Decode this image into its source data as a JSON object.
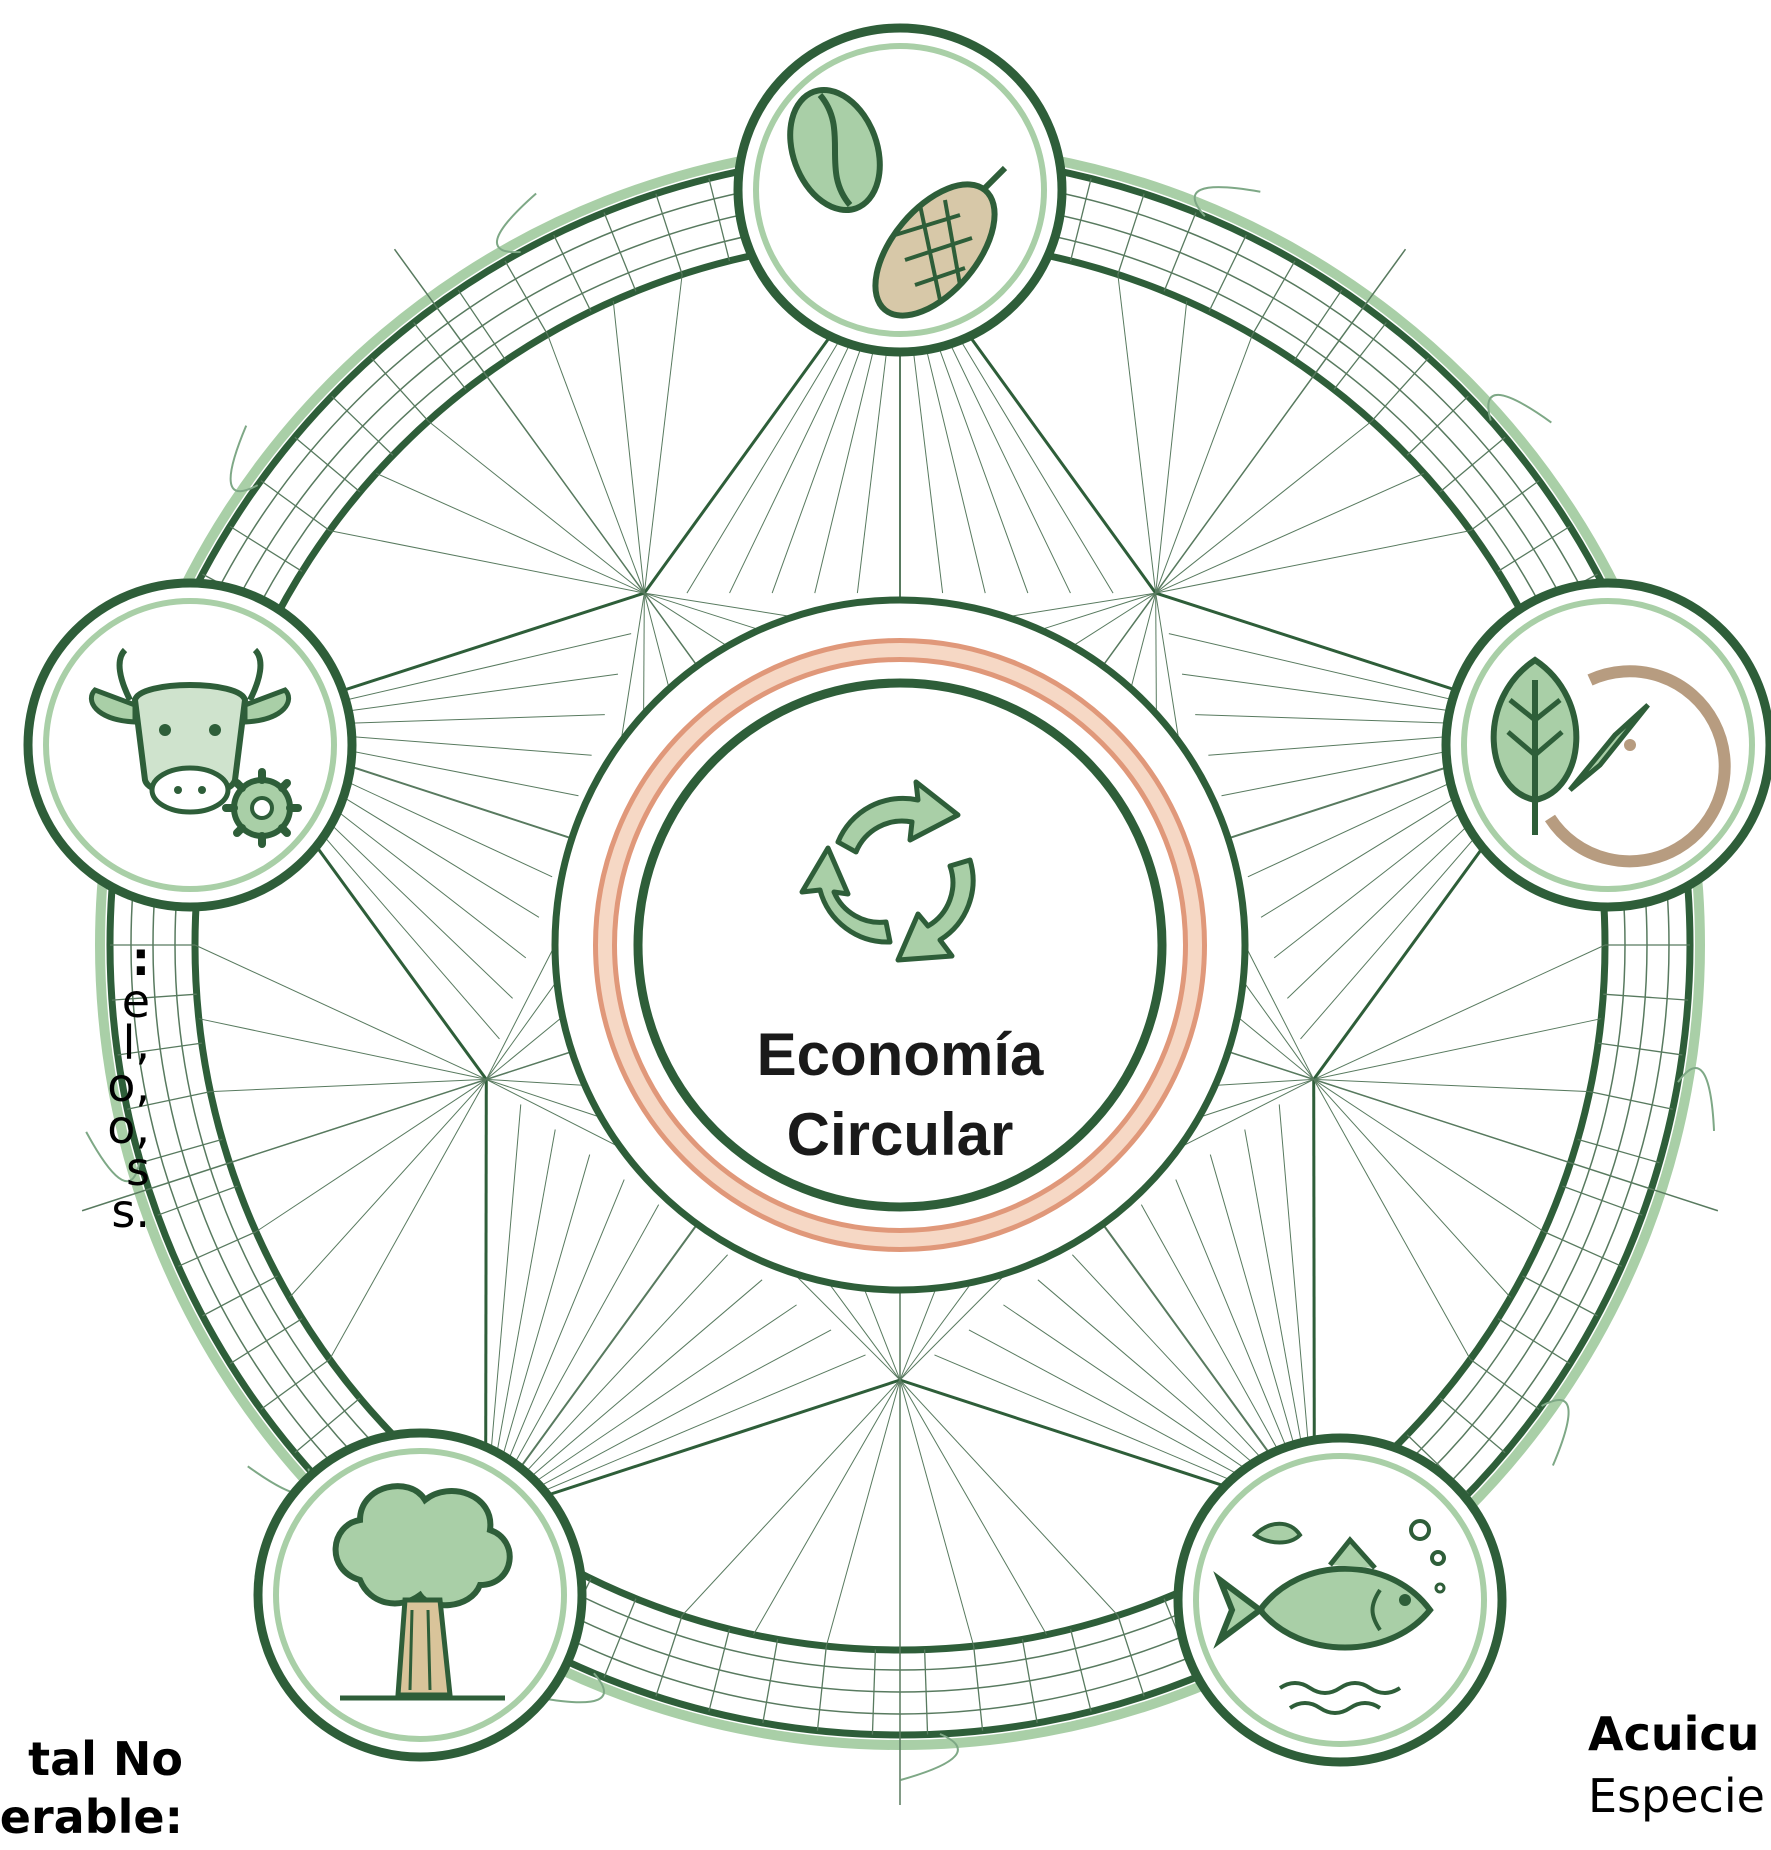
{
  "colors": {
    "dark_green": "#2e5e39",
    "mid_green": "#4a7c56",
    "light_green": "#a9cfa7",
    "pale_green": "#cfe3cd",
    "peach": "#f2c3a6",
    "peach_dark": "#e0987a",
    "tan": "#b79c80",
    "thin_line": "#587a5f"
  },
  "center": {
    "title_line1": "Economía",
    "title_line2": "Circular",
    "icon": "recycle-arrows-icon"
  },
  "nodes": [
    {
      "id": "coffee-cacao",
      "icon": "coffee-bean-cacao-pod-icon"
    },
    {
      "id": "ecology-compass",
      "icon": "leaf-compass-icon"
    },
    {
      "id": "aquaculture",
      "icon": "fish-water-icon"
    },
    {
      "id": "forest",
      "icon": "tree-icon"
    },
    {
      "id": "livestock",
      "icon": "cow-gear-icon"
    }
  ],
  "side_text": {
    "left_mid": [
      ":",
      "e",
      "l,",
      "o,",
      "o,",
      "s",
      "s."
    ],
    "left_bottom": [
      "tal No",
      "erable:"
    ],
    "right_bottom": [
      "Acuicu",
      "Especie"
    ]
  }
}
